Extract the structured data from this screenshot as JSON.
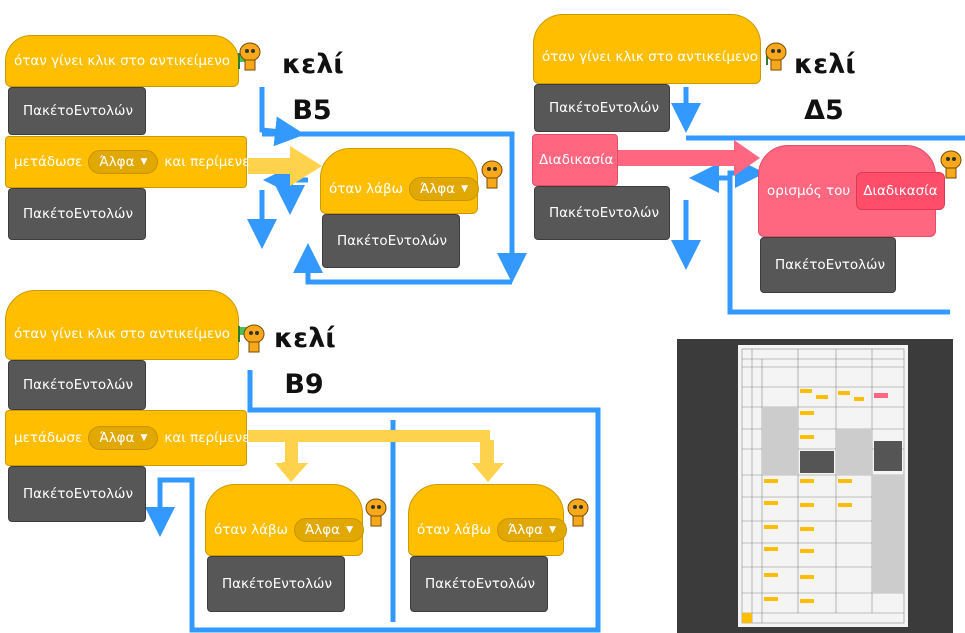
{
  "blocks": {
    "when_flag_clicked": "όταν γίνει κλικ στο αντικείμενο",
    "command_pack": "ΠακέτοΕντολών",
    "broadcast_prefix": "μετάδωσε",
    "broadcast_suffix": "και περίμενε",
    "message_name": "Άλφα",
    "when_receive": "όταν λάβω",
    "procedure_call": "Διαδικασία",
    "define_label": "ορισμός του",
    "define_name": "Διαδικασία"
  },
  "labels": {
    "cell_word": "κελί",
    "cell_b5": "B5",
    "cell_d5": "Δ5",
    "cell_b9": "B9"
  },
  "colors": {
    "events": "#ffbf00",
    "command_pack": "#575757",
    "custom_block": "#ff6680",
    "arrow_blue": "#3399ff",
    "arrow_yellow": "#ffd24d",
    "arrow_pink": "#ff6680"
  }
}
